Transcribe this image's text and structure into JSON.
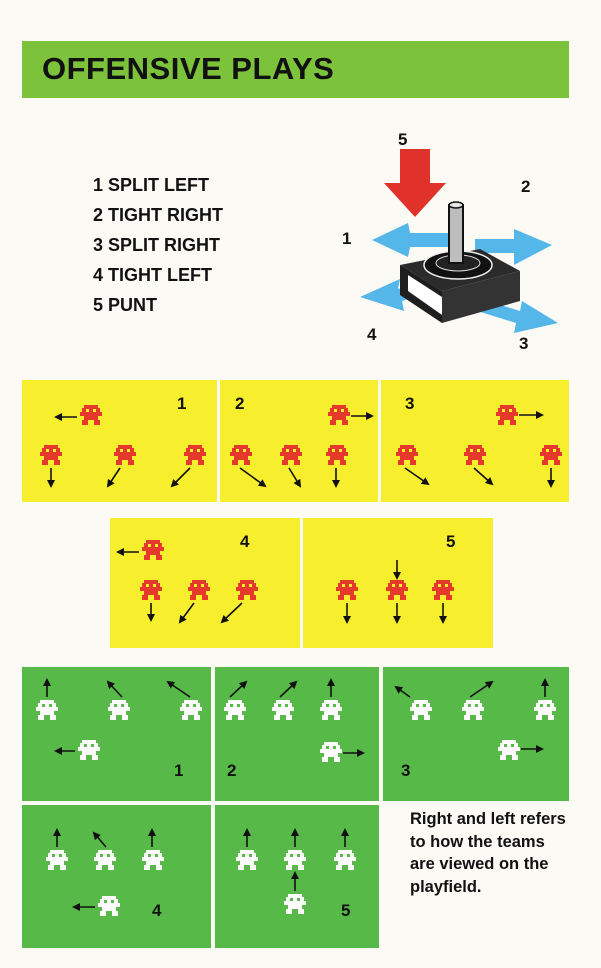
{
  "header": {
    "title": "OFFENSIVE PLAYS"
  },
  "legend": {
    "items": [
      "1 SPLIT LEFT",
      "2 TIGHT RIGHT",
      "3 SPLIT RIGHT",
      "4 TIGHT LEFT",
      "5 PUNT"
    ]
  },
  "joystick": {
    "labels": {
      "up": "5",
      "upright": "2",
      "left": "1",
      "downleft": "4",
      "downright": "3"
    },
    "colors": {
      "push_arrow": "#e0312b",
      "direction_arrow": "#55b6e9"
    }
  },
  "yellow_panels": [
    "1",
    "2",
    "3",
    "4",
    "5"
  ],
  "green_panels": [
    "1",
    "2",
    "3",
    "4",
    "5"
  ],
  "note": "Right and left refers to how the teams are viewed on the playfield.",
  "colors": {
    "header": "#7cc23a",
    "yellow_panel": "#f7ee2e",
    "green_panel": "#57b947",
    "offense_player": "#e53a2b",
    "defense_player": "#ffffff"
  }
}
